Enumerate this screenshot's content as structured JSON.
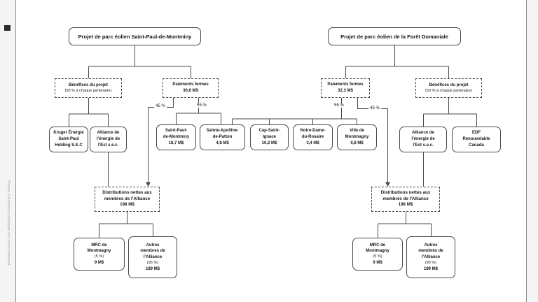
{
  "page": {
    "margin_text": "Bureau d’audiences publiques sur l’environnement"
  },
  "colors": {
    "line": "#4a4a4a",
    "box_border": "#4a4a4a",
    "page_background": "#ffffff"
  },
  "left_project": {
    "title": "Projet de parc éolien Saint-Paul-de-Montminy",
    "benefits": {
      "line1": "Bénéfices du projet",
      "line2": "(50 % à chaque partenaire)"
    },
    "payments": {
      "line1": "Paiements fermes",
      "line2": "36,6 M$",
      "pct_to_alliance": "45 %",
      "pct_to_municipalities": "55 %"
    },
    "partner1": {
      "text": "Kruger Énergie\nSaint-Paul\nHolding S.E.C"
    },
    "partner2": {
      "text": "Alliance de\nl’énergie de\nl’Est s.e.c."
    },
    "distribution": {
      "text": "Distributions nettes aux\nmembres de l’Alliance",
      "amount": "198 M$"
    },
    "member1": {
      "name": "MRC de\nMontmagny",
      "pct": "(5 %)",
      "amount": "9 M$"
    },
    "member2": {
      "name": "Autres\nmembres de\nl’Alliance",
      "pct": "(95 %)",
      "amount": "189 M$"
    }
  },
  "right_project": {
    "title": "Projet de parc éolien de la Forêt Domaniale",
    "benefits": {
      "line1": "Bénéfices du projet",
      "line2": "(50 % à chaque partenaire)"
    },
    "payments": {
      "line1": "Paiements fermes",
      "line2": "32,3 M$",
      "pct_to_alliance": "45 %",
      "pct_to_municipalities": "55 %"
    },
    "partner1": {
      "text": "Alliance de\nl’énergie de\nl’Est s.e.c."
    },
    "partner2": {
      "text": "EDF\nRenouvelable\nCanada"
    },
    "distribution": {
      "text": "Distributions nettes aux\nmembres de l’Alliance",
      "amount": "198 M$"
    },
    "member1": {
      "name": "MRC de\nMontmagny",
      "pct": "(5 %)",
      "amount": "9 M$"
    },
    "member2": {
      "name": "Autres\nmembres de\nl’Alliance",
      "pct": "(95 %)",
      "amount": "189 M$"
    }
  },
  "municipalities": [
    {
      "name": "Saint-Paul-\nde-Montminy",
      "amount": "18,7 M$"
    },
    {
      "name": "Sainte-Apolline-\nde-Patton",
      "amount": "4,8 M$"
    },
    {
      "name": "Cap-Saint-\nIgnace",
      "amount": "10,2 M$"
    },
    {
      "name": "Notre-Dame-\ndu-Rosaire",
      "amount": "3,4 M$"
    },
    {
      "name": "Ville de\nMontmagny",
      "amount": "0,8 M$"
    }
  ]
}
